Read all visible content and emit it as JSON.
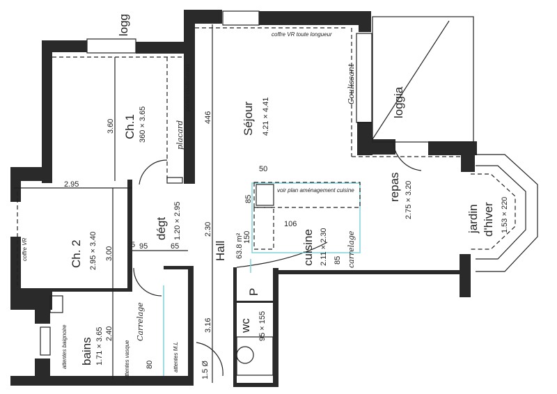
{
  "rooms": {
    "ch1": {
      "name": "Ch.1",
      "size": "360 × 3.65",
      "dim": "3.60"
    },
    "ch2": {
      "name": "Ch. 2",
      "size": "2.95 × 3.40",
      "dim": "3.00",
      "width": "2.95"
    },
    "sejour": {
      "name": "Séjour",
      "size": "4.21 × 4.41",
      "dim": "446"
    },
    "degt": {
      "name": "dégt",
      "size": "1.20 × 2.95",
      "dim_a": "95",
      "dim_b": "65",
      "dim_c": "5"
    },
    "hall": {
      "name": "Hall",
      "dim_a": "2.30",
      "dim_b": "3.16"
    },
    "cuisine": {
      "name": "cuisine",
      "size": "2.11 × 2.30",
      "area": "63.8 m²",
      "dim_50": "50",
      "dim_85a": "85",
      "dim_150": "150",
      "dim_106": "106",
      "dim_85b": "85"
    },
    "bains": {
      "name": "bains",
      "size": "1.71 × 3.65",
      "dim": "2.40",
      "dim_80": "80"
    },
    "wc": {
      "name": "wc",
      "size": "95 × 155"
    },
    "repas": {
      "name": "repas",
      "size": "2.75 × 3.20"
    },
    "jardin": {
      "name": "jardin",
      "name2": "d'hiver",
      "size": "1.53 × 220"
    },
    "loggia": {
      "name": "loggia"
    },
    "logg": {
      "name": "logg"
    },
    "placard": {
      "name": "P"
    }
  },
  "notes": {
    "placard_ch1": "placard",
    "portes_coulissantes": "portes coulissantes",
    "coffre_vr_ch2": "coffre VR",
    "coffre_vr_sejour": "coffre VR toute longueur",
    "coulissant": "Coulissant",
    "voir_plan": "voir plan aménagement cuisine",
    "carrelage_cuisine": "carrelage",
    "carrelage_bains": "Carrelage",
    "attentes_baignoire": "attentes baignoire",
    "attentes_vasque": "attentes vasque",
    "attentes_ml": "attentes M.L",
    "turn_circle": "1.5 Ø"
  },
  "colors": {
    "wall": "#2a2a2a",
    "kitchen_outline": "#7fd3d8"
  }
}
